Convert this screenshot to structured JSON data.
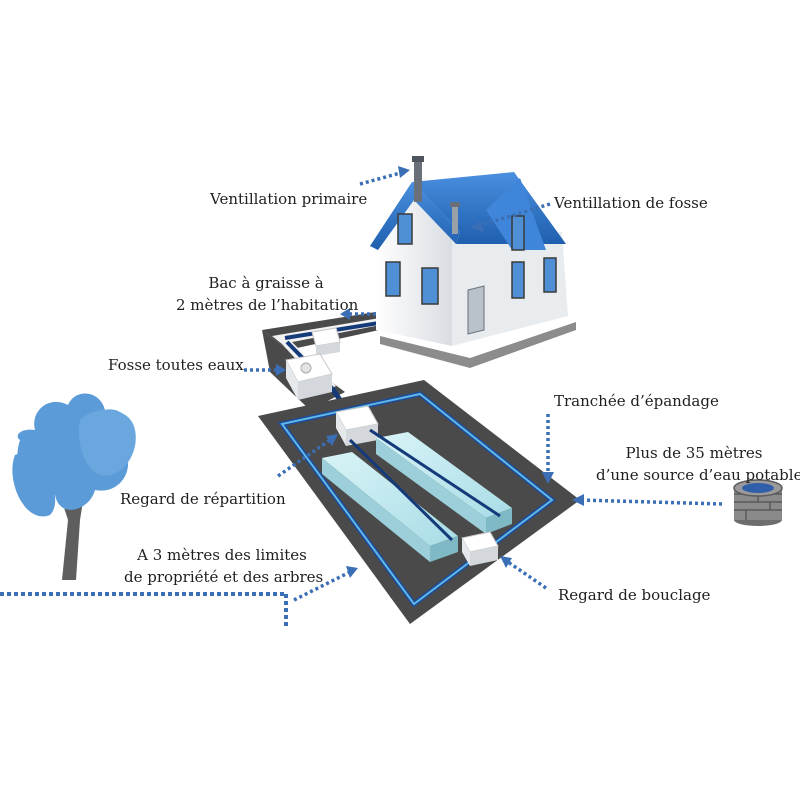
{
  "labels": {
    "ventilation_primaire": "Ventillation primaire",
    "ventilation_fosse": "Ventillation de fosse",
    "bac_graisse_line1": "Bac à graisse à",
    "bac_graisse_line2": "2 mètres de l’habitation",
    "fosse_toutes_eaux": "Fosse toutes eaux",
    "tranchee_epandage": "Tranchée d’épandage",
    "source_line1": "Plus de 35 mètres",
    "source_line2": "d’une source d’eau potable",
    "regard_repartition": "Regard de répartition",
    "limites_line1": "A 3 mètres des limites",
    "limites_line2": "de propriété et des arbres",
    "regard_bouclage": "Regard de bouclage"
  },
  "colors": {
    "accent_blue": "#3a6fb5",
    "tree_blue": "#5b9bd8",
    "roof_blue": "#2f74c8",
    "gravel": "#4a4a4a",
    "tank": "#bfe8ef",
    "pipe": "#143a7a",
    "trunk": "#5e5e5e"
  }
}
